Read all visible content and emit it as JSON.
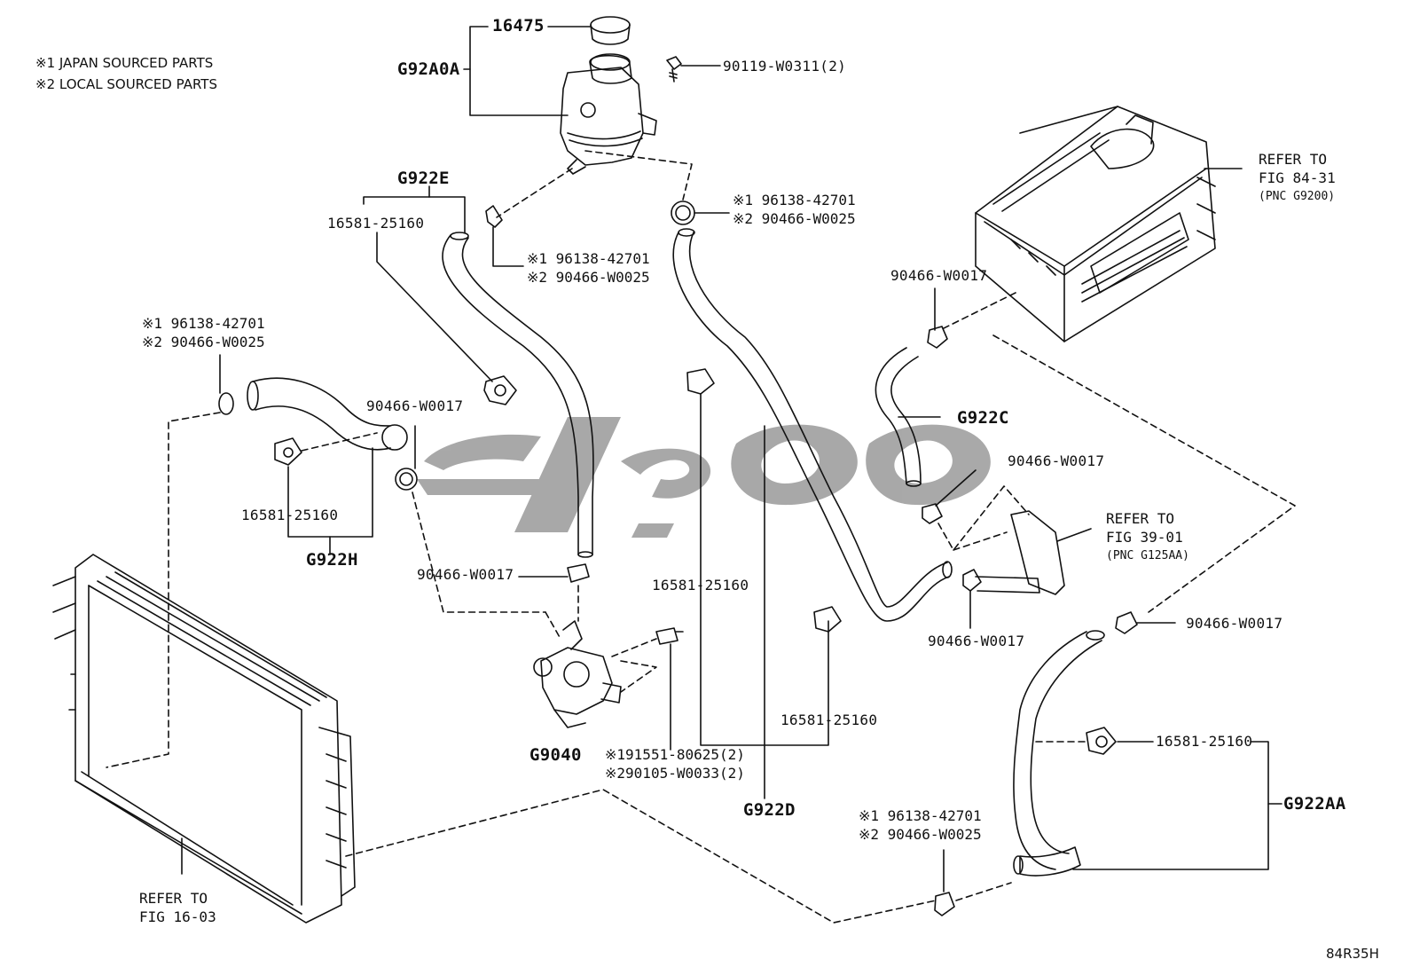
{
  "legend": {
    "line1": "※1 JAPAN SOURCED PARTS",
    "line2": "※2 LOCAL SOURCED PARTS"
  },
  "parts": {
    "cap": "16475",
    "reservoir": "G92A0A",
    "bolt_top": "90119-W0311(2)",
    "hose_e": "G922E",
    "hose_e_clamp": "16581-25160",
    "clip_a_jp": "※1 96138-42701",
    "clip_a_local": "※2 90466-W0025",
    "clip_b_jp": "※1 96138-42701",
    "clip_b_local": "※2 90466-W0025",
    "clip_c_jp": "※1 96138-42701",
    "clip_c_local": "※2 90466-W0025",
    "clip_d_jp": "※1 96138-42701",
    "clip_d_local": "※2 90466-W0025",
    "clamp_h_left": "90466-W0017",
    "hose_h_clamp": "16581-25160",
    "hose_h": "G922H",
    "clamp_pump_top": "90466-W0017",
    "pump": "G9040",
    "pump_bolt_jp": "※191551-80625(2)",
    "pump_bolt_local": "※290105-W0033(2)",
    "hose_d_clamp_a": "16581-25160",
    "hose_d_clamp_b": "16581-25160",
    "hose_d": "G922D",
    "clamp_inverter": "90466-W0017",
    "hose_c": "G922C",
    "clamp_c_right": "90466-W0017",
    "clamp_mid_lower": "90466-W0017",
    "clamp_aa_top": "90466-W0017",
    "hose_aa_clamp": "16581-25160",
    "hose_aa": "G922AA",
    "drawing_code": "84R35H"
  },
  "references": {
    "inverter": {
      "line1": "REFER TO",
      "line2": "FIG 84-31",
      "line3": "(PNC G9200)"
    },
    "fig39": {
      "line1": "REFER TO",
      "line2": "FIG 39-01",
      "line3": "(PNC G125AA)"
    },
    "radiator": {
      "line1": "REFER TO",
      "line2": "FIG 16-03"
    }
  },
  "watermark": {
    "color": "#9a9a9a"
  }
}
